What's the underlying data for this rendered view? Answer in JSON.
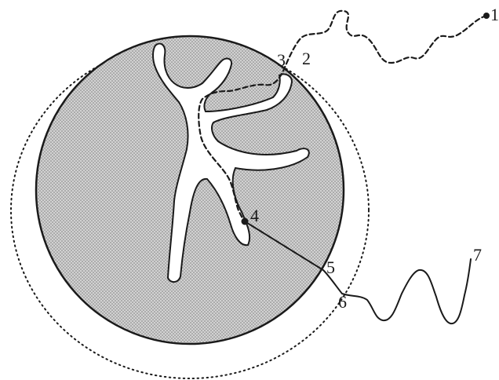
{
  "diagram": {
    "labels": {
      "p1": "1",
      "p2": "2",
      "p3": "3",
      "p4": "4",
      "p5": "5",
      "p6": "6",
      "p7": "7"
    },
    "colors": {
      "ink": "#1a1a1a",
      "stipple_dot": "#8a8a8a",
      "disc_fill": "#c9c9c9",
      "channel_fill": "#ffffff"
    }
  }
}
